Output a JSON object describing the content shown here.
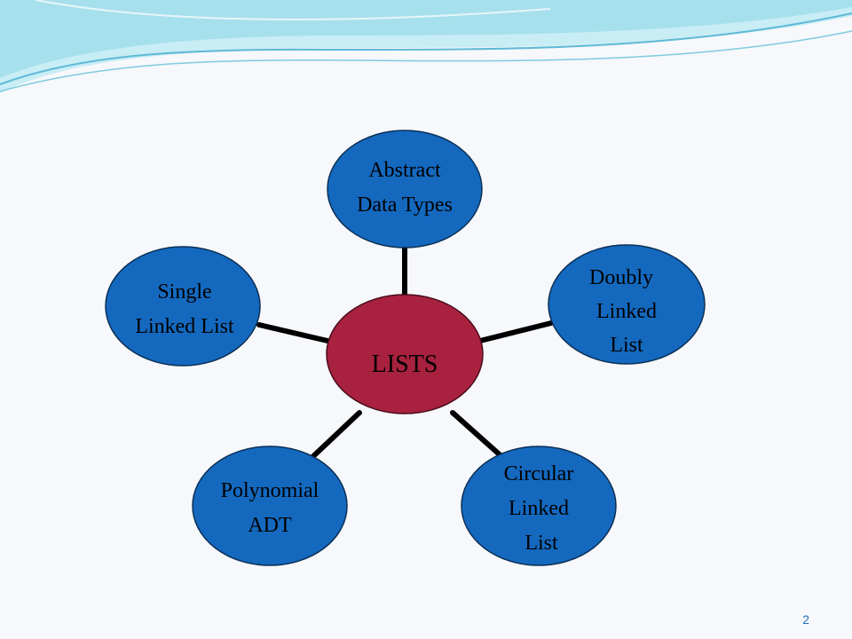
{
  "colors": {
    "background": "#f6f8fb",
    "outer_node": "#1469bf",
    "center_node": "#a8213f",
    "connector": "#000000",
    "wave_dark": "#7fd0e6",
    "wave_light": "#c8edf5"
  },
  "diagram": {
    "center": {
      "label": "LISTS"
    },
    "nodes": [
      {
        "id": "abstract-data-types",
        "lines": [
          "Abstract",
          "Data Types"
        ]
      },
      {
        "id": "doubly-linked-list",
        "lines": [
          "Doubly",
          "Linked",
          "List"
        ]
      },
      {
        "id": "circular-linked-list",
        "lines": [
          "Circular",
          "Linked",
          "List"
        ]
      },
      {
        "id": "polynomial-adt",
        "lines": [
          "Polynomial",
          "ADT"
        ]
      },
      {
        "id": "single-linked-list",
        "lines": [
          "Single",
          "Linked List"
        ]
      }
    ]
  },
  "footer": {
    "slide_number": "2"
  }
}
